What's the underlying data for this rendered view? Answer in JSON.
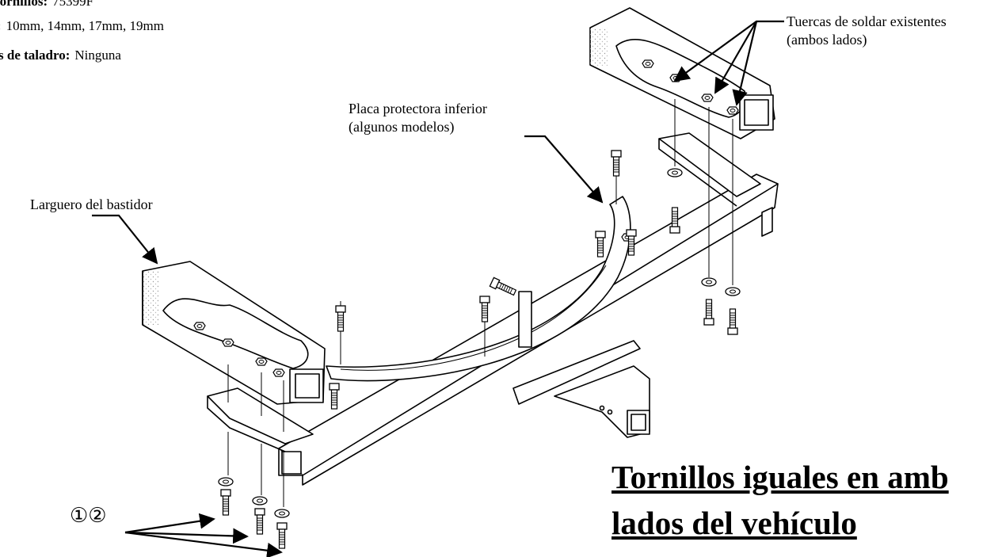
{
  "specs": [
    {
      "key": "tornillos:",
      "value": "75399F"
    },
    {
      "key": ":",
      "value": "10mm, 14mm, 17mm, 19mm"
    },
    {
      "key": "s de taladro:",
      "value": "Ninguna"
    }
  ],
  "callouts": {
    "weld_nuts_line1": "Tuercas de soldar existentes",
    "weld_nuts_line2": "(ambos lados)",
    "skid_plate_line1": "Placa protectora inferior",
    "skid_plate_line2": "(algunos modelos)",
    "frame_rail": "Larguero del bastidor",
    "bolt_markers": "①②"
  },
  "headline": {
    "line1": "Tornillos iguales en amb",
    "line2": "lados del vehículo"
  }
}
